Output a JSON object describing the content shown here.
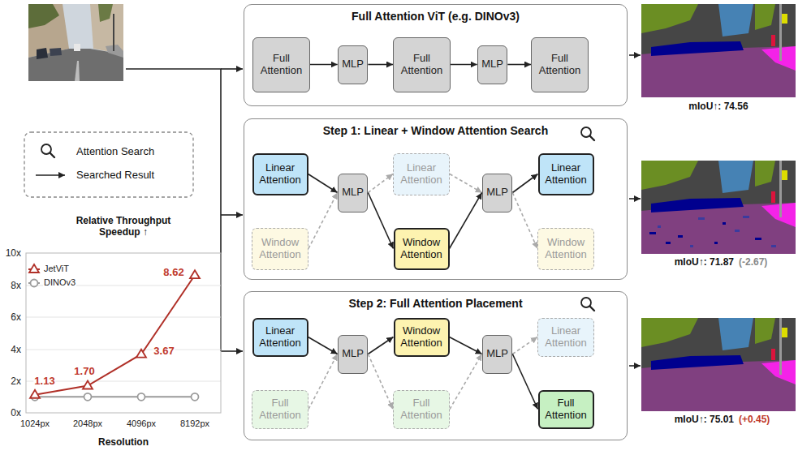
{
  "diagram": {
    "nodes": [
      {
        "text": [
          "Full Attention ViT (e.g. DINOv3)"
        ]
      },
      {
        "text": [
          "Full Attention"
        ],
        "in": 0
      },
      {
        "text": [
          "MLP"
        ],
        "in": 0
      },
      {
        "text": [
          "Full Attention"
        ],
        "in": 0
      },
      {
        "text": [
          "MLP"
        ],
        "in": 0
      },
      {
        "text": [
          "Full Attention"
        ],
        "in": 0
      },
      {
        "text": [
          "Step 1: Linear + Window Attention Search"
        ]
      },
      {
        "text": [
          "Linear Attention"
        ],
        "in": 6
      },
      {
        "text": [
          "Window Attention"
        ],
        "in": 6
      },
      {
        "text": [
          "MLP"
        ],
        "in": 6
      },
      {
        "text": [
          "Linear Attention"
        ],
        "in": 6
      },
      {
        "text": [
          "Window Attention"
        ],
        "in": 6
      },
      {
        "text": [
          "MLP"
        ],
        "in": 6
      },
      {
        "text": [
          "Linear Attention"
        ],
        "in": 6
      },
      {
        "text": [
          "Window Attention"
        ],
        "in": 6
      },
      {
        "text": [
          "Step 2: Full Attention Placement"
        ]
      },
      {
        "text": [
          "Linear Attention"
        ],
        "in": 15
      },
      {
        "text": [
          "Full Attention"
        ],
        "in": 15
      },
      {
        "text": [
          "MLP"
        ],
        "in": 15
      },
      {
        "text": [
          "Window Attention"
        ],
        "in": 15
      },
      {
        "text": [
          "Full Attention"
        ],
        "in": 15
      },
      {
        "text": [
          "MLP"
        ],
        "in": 15
      },
      {
        "text": [
          "Linear Attention"
        ],
        "in": 15
      },
      {
        "text": [
          "Full Attention"
        ],
        "in": 15
      }
    ],
    "edges": [
      {
        "from": 1,
        "to": 2,
        "arrow": "to"
      },
      {
        "from": 2,
        "to": 3,
        "arrow": "to"
      },
      {
        "from": 3,
        "to": 4,
        "arrow": "to"
      },
      {
        "from": 4,
        "to": 5,
        "arrow": "to"
      },
      {
        "from": 7,
        "to": 9,
        "arrow": "to"
      },
      {
        "from": 8,
        "to": 9,
        "arrow": "to"
      },
      {
        "from": 9,
        "to": 10,
        "arrow": "to"
      },
      {
        "from": 9,
        "to": 11,
        "arrow": "to"
      },
      {
        "from": 10,
        "to": 12,
        "arrow": "to"
      },
      {
        "from": 11,
        "to": 12,
        "arrow": "to"
      },
      {
        "from": 12,
        "to": 13,
        "arrow": "to"
      },
      {
        "from": 12,
        "to": 14,
        "arrow": "to"
      },
      {
        "from": 16,
        "to": 18,
        "arrow": "to"
      },
      {
        "from": 17,
        "to": 18,
        "arrow": "to"
      },
      {
        "from": 18,
        "to": 19,
        "arrow": "to"
      },
      {
        "from": 18,
        "to": 20,
        "arrow": "to"
      },
      {
        "from": 19,
        "to": 21,
        "arrow": "to"
      },
      {
        "from": 20,
        "to": 21,
        "arrow": "to"
      },
      {
        "from": 21,
        "to": 22,
        "arrow": "to"
      },
      {
        "from": 21,
        "to": 23,
        "arrow": "to"
      }
    ],
    "labels": [
      "mIoU↑: 74.56",
      "mIoU↑: 71.87",
      "(-2.67)",
      "mIoU↑: 75.01",
      "(+0.45)",
      "Relative Throughput Speedup ↑",
      "10x",
      "8x",
      "6x",
      "4x",
      "2x",
      "0x",
      "1.13",
      "1.70",
      "3.67",
      "8.62",
      "1024px",
      "2048px",
      "4096px",
      "8192px",
      "Resolution"
    ],
    "legend": [
      {
        "text": "Attention Search"
      },
      {
        "text": "Searched Result"
      },
      {
        "text": "JetViT"
      },
      {
        "text": "DINOv3"
      }
    ]
  }
}
